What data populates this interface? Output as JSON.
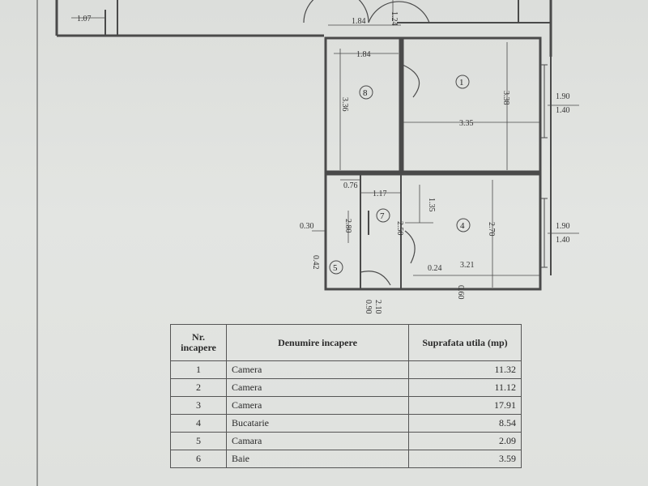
{
  "dimensions": {
    "top_left_width": "1.07",
    "corridor_width": "1.84",
    "corridor_lower": "1.84",
    "door_vertical": "1.24",
    "room8_height": "3.36",
    "room1_width": "3.35",
    "room1_height": "3.38",
    "window_room1_width": "1.90",
    "window_room1_height": "1.40",
    "depth_076": "0.76",
    "width_117": "1.17",
    "depth_030": "0.30",
    "depth_280": "2.80",
    "depth_250": "2.50",
    "depth_135": "1.35",
    "room4_height": "2.70",
    "window_room4_width": "1.90",
    "window_room4_height": "1.40",
    "depth_042": "0.42",
    "depth_024": "0.24",
    "room4_width": "3.21",
    "depth_060": "0.60",
    "entry_door_width": "0.90",
    "entry_door_height": "2.10"
  },
  "room_numbers": {
    "room1": "1",
    "room4": "4",
    "room5": "5",
    "room7": "7",
    "room8": "8"
  },
  "table": {
    "headers": {
      "nr": "Nr. incapere",
      "denumire": "Denumire incapere",
      "suprafata": "Suprafata utila (mp)"
    },
    "rows": [
      {
        "nr": "1",
        "denumire": "Camera",
        "suprafata": "11.32"
      },
      {
        "nr": "2",
        "denumire": "Camera",
        "suprafata": "11.12"
      },
      {
        "nr": "3",
        "denumire": "Camera",
        "suprafata": "17.91"
      },
      {
        "nr": "4",
        "denumire": "Bucatarie",
        "suprafata": "8.54"
      },
      {
        "nr": "5",
        "denumire": "Camara",
        "suprafata": "2.09"
      },
      {
        "nr": "6",
        "denumire": "Baie",
        "suprafata": "3.59"
      }
    ]
  }
}
